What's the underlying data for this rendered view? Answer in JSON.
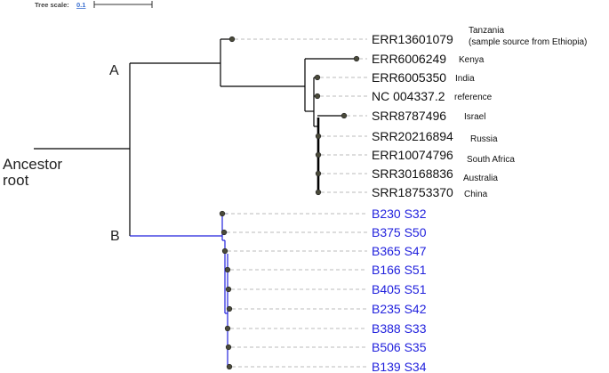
{
  "scale": {
    "label": "Tree scale:",
    "value": "0.1"
  },
  "root_label": [
    "Ancestor",
    "root"
  ],
  "clades": [
    {
      "name": "A",
      "color": "#000000"
    },
    {
      "name": "B",
      "color": "#2222dd"
    }
  ],
  "colors": {
    "clade_a": "#000000",
    "clade_b": "#2222dd",
    "leader": "#bbbbbb",
    "node_fill": "#4a4a3a"
  },
  "leaves": [
    {
      "label": "ERR13601079",
      "country": [
        "Tanzania",
        "(sample source from Ethiopia)"
      ],
      "clade": "A"
    },
    {
      "label": "ERR6006249",
      "country": [
        "Kenya"
      ],
      "clade": "A"
    },
    {
      "label": "ERR6005350",
      "country": [
        "India"
      ],
      "clade": "A"
    },
    {
      "label": "NC 004337.2",
      "country": [
        "reference"
      ],
      "clade": "A"
    },
    {
      "label": "SRR8787496",
      "country": [
        "Israel"
      ],
      "clade": "A"
    },
    {
      "label": "SRR20216894",
      "country": [
        "Russia"
      ],
      "clade": "A"
    },
    {
      "label": "ERR10074796",
      "country": [
        "South Africa"
      ],
      "clade": "A"
    },
    {
      "label": "SRR30168836",
      "country": [
        "Australia"
      ],
      "clade": "A"
    },
    {
      "label": "SRR18753370",
      "country": [
        "China"
      ],
      "clade": "A"
    },
    {
      "label": "B230 S32",
      "country": [],
      "clade": "B"
    },
    {
      "label": "B375 S50",
      "country": [],
      "clade": "B"
    },
    {
      "label": "B365 S47",
      "country": [],
      "clade": "B"
    },
    {
      "label": "B166 S51",
      "country": [],
      "clade": "B"
    },
    {
      "label": "B405 S51",
      "country": [],
      "clade": "B"
    },
    {
      "label": "B235 S42",
      "country": [],
      "clade": "B"
    },
    {
      "label": "B388 S33",
      "country": [],
      "clade": "B"
    },
    {
      "label": "B506 S35",
      "country": [],
      "clade": "B"
    },
    {
      "label": "B139 S34",
      "country": [],
      "clade": "B"
    }
  ]
}
